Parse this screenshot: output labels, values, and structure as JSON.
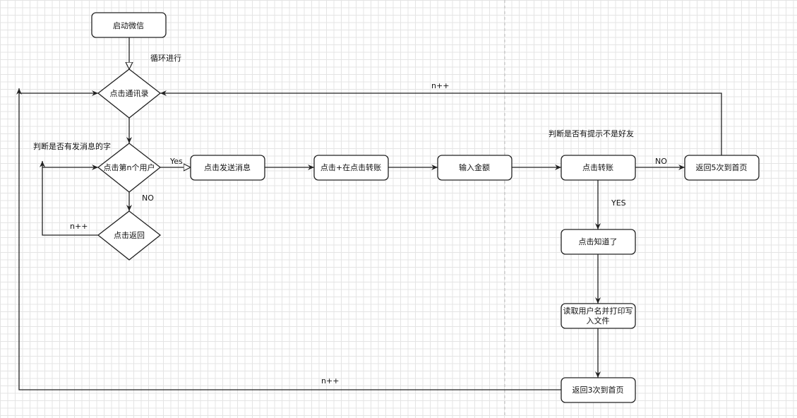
{
  "nodes": {
    "start": "启动微信",
    "contacts": "点击通讯录",
    "nth_user": "点击第n个用户",
    "back": "点击返回",
    "send_msg": "点击发送消息",
    "plus_transfer": "点击+在点击转账",
    "amount": "输入金额",
    "transfer": "点击转账",
    "back5": "返回5次到首页",
    "got_it": "点击知道了",
    "read_write_1": "读取用户名并打印写",
    "read_write_2": "入文件",
    "back3": "返回3次到首页"
  },
  "labels": {
    "loop": "循环进行",
    "n_top": "n++",
    "check_friend": "判断是否有提示不是好友",
    "check_msg": "判断是否有发消息的字",
    "yes1": "Yes",
    "no1": "NO",
    "n_left": "n++",
    "no2": "NO",
    "yes2": "YES",
    "n_bottom": "n++"
  }
}
